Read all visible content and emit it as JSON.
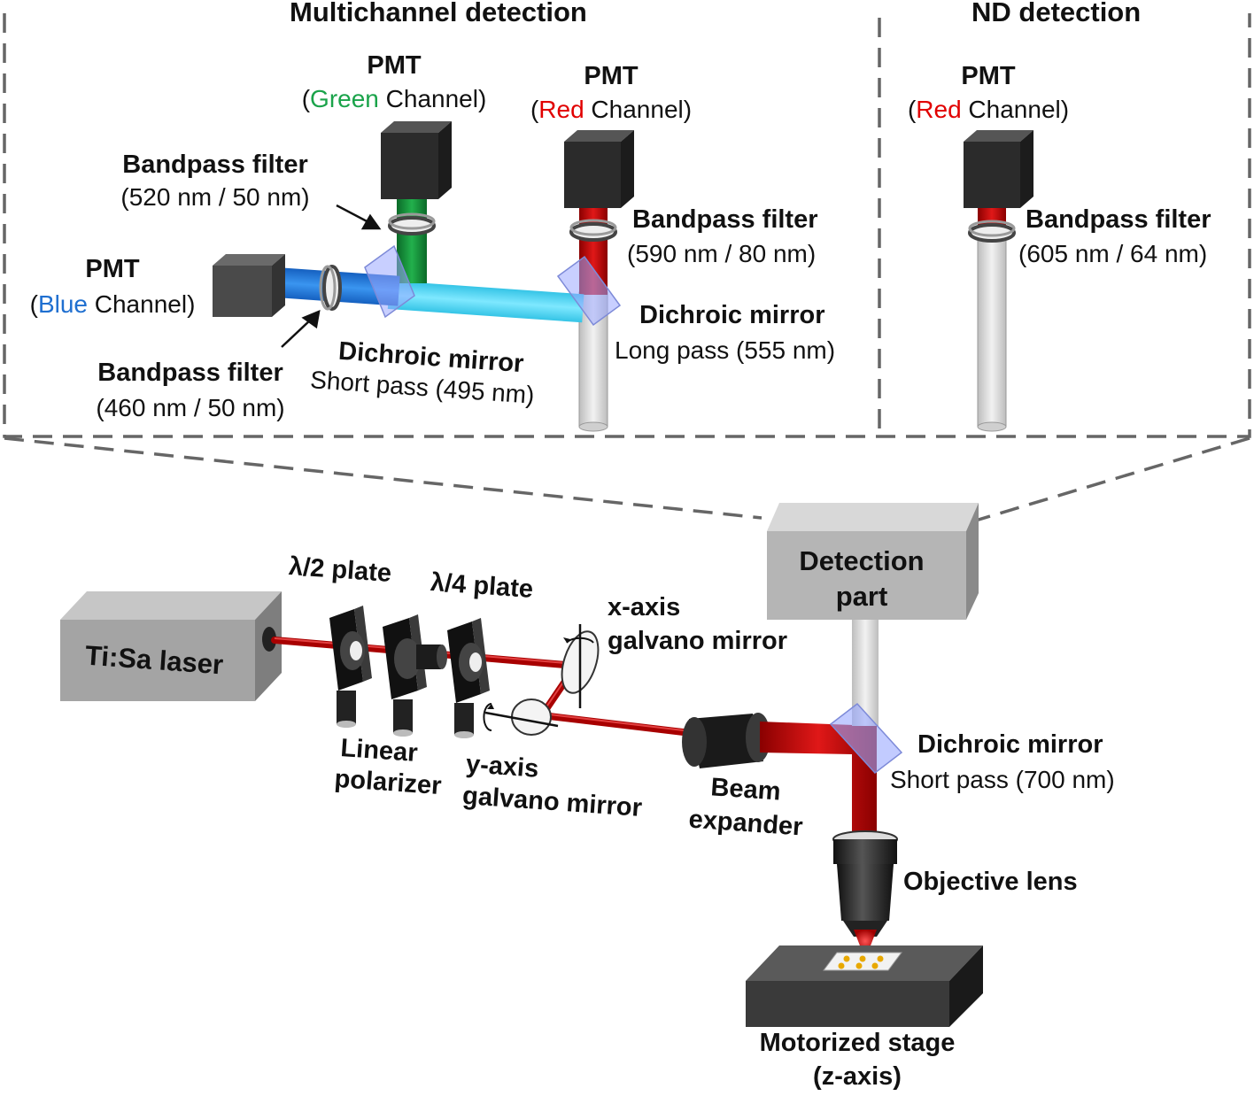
{
  "sections": {
    "multichannel": "Multichannel detection",
    "nd": "ND detection"
  },
  "pmt_green": {
    "title": "PMT",
    "open": "(",
    "color_word": "Green",
    "rest": " Channel)"
  },
  "pmt_red_multi": {
    "title": "PMT",
    "open": "(",
    "color_word": "Red",
    "rest": " Channel)"
  },
  "pmt_blue": {
    "title": "PMT",
    "open": "(",
    "color_word": "Blue",
    "rest": " Channel)"
  },
  "pmt_red_nd": {
    "title": "PMT",
    "open": "(",
    "color_word": "Red",
    "rest": " Channel)"
  },
  "bp_green": {
    "title": "Bandpass filter",
    "spec": "(520 nm / 50 nm)"
  },
  "bp_red": {
    "title": "Bandpass filter",
    "spec": "(590 nm / 80 nm)"
  },
  "bp_blue": {
    "title": "Bandpass filter",
    "spec": "(460 nm / 50 nm)"
  },
  "bp_nd": {
    "title": "Bandpass filter",
    "spec": "(605 nm / 64 nm)"
  },
  "dm_short": {
    "title": "Dichroic mirror",
    "spec": "Short pass (495 nm)"
  },
  "dm_long": {
    "title": "Dichroic mirror",
    "spec": "Long pass (555 nm)"
  },
  "dm_main": {
    "title": "Dichroic mirror",
    "spec": "Short pass (700 nm)"
  },
  "laser": "Ti:Sa laser",
  "half_plate": "λ/2 plate",
  "quarter_plate": "λ/4 plate",
  "polarizer": [
    "Linear",
    "polarizer"
  ],
  "x_galvo": [
    "x-axis",
    "galvano mirror"
  ],
  "y_galvo": [
    "y-axis",
    "galvano mirror"
  ],
  "beam_expander": [
    "Beam",
    "expander"
  ],
  "detection_part": [
    "Detection",
    "part"
  ],
  "objective": "Objective lens",
  "stage": [
    "Motorized stage",
    "(z-axis)"
  ],
  "colors": {
    "laser_red": "#b30000",
    "green_beam": "#17913a",
    "red_beam": "#c00000",
    "blue_beam": "#1e7be0",
    "cyan_beam": "#54d9f5",
    "grey_beam": "#d6d6d6",
    "dashed": "#666666"
  }
}
